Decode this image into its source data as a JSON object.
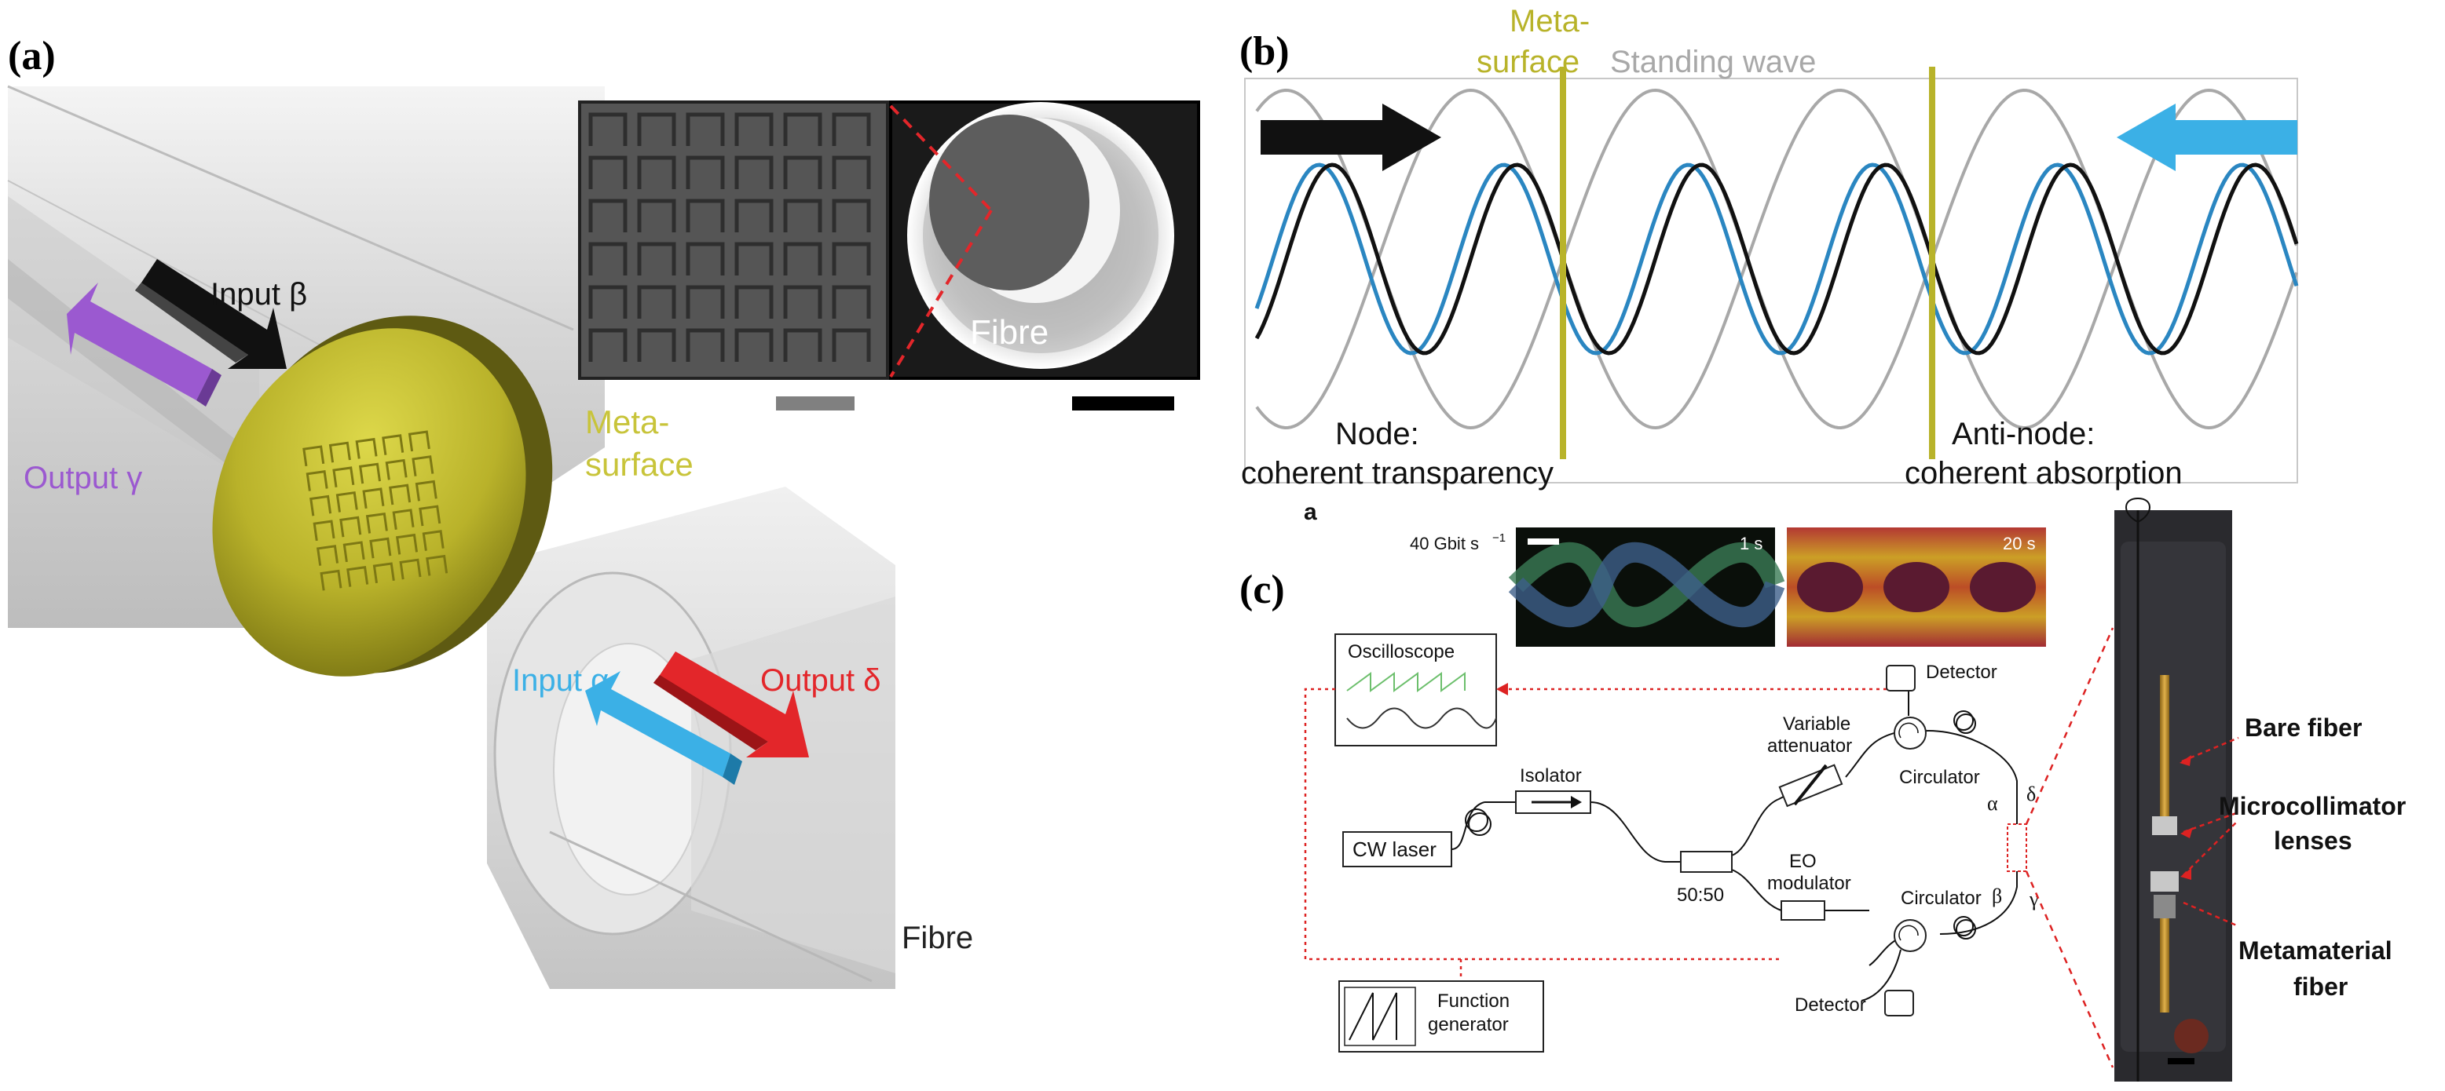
{
  "panel_a": {
    "label": "(a)",
    "input_beta": "Input β",
    "output_gamma": "Output γ",
    "input_alpha": "Input α",
    "output_delta": "Output δ",
    "fibre_bottom": "Fibre",
    "fibre_inset": "Fibre",
    "meta_line1": "Meta-",
    "meta_line2": "surface",
    "colors": {
      "purple": "#9b59d0",
      "cyan": "#3bb0e6",
      "red": "#e3262a",
      "gold": "#c9c237",
      "meta_text": "#c8c43a"
    }
  },
  "panel_b": {
    "label": "(b)",
    "meta_line1": "Meta-",
    "meta_line2": "surface",
    "standing_wave": "Standing wave",
    "node_line1": "Node:",
    "node_line2": "coherent transparency",
    "antinode_line1": "Anti-node:",
    "antinode_line2": "coherent absorption",
    "sub_a": "a",
    "colors": {
      "grey_wave": "#a8a8a8",
      "blue_wave": "#2a86c1",
      "black_wave": "#111111",
      "bar": "#b8b32a",
      "arrow_right": "#111111",
      "arrow_left": "#3bb0e6"
    }
  },
  "panel_c": {
    "label": "(c)",
    "rate": "40 Gbit s",
    "rate_exp": "−1",
    "time_1": "1 s",
    "time_2": "20 s",
    "oscilloscope": "Oscilloscope",
    "detector_top": "Detector",
    "detector_bottom": "Detector",
    "variable": "Variable",
    "attenuator": "attenuator",
    "circulator_top": "Circulator",
    "circulator_bottom": "Circulator",
    "isolator": "Isolator",
    "cw_laser": "CW laser",
    "splitter": "50:50",
    "eo": "EO",
    "modulator": "modulator",
    "function": "Function",
    "generator": "generator",
    "alpha": "α",
    "beta": "β",
    "gamma": "γ",
    "delta": "δ",
    "bare_fiber": "Bare fiber",
    "micro_line1": "Microcollimator",
    "micro_line2": "lenses",
    "meta_line1": "Metamaterial",
    "meta_line2": "fiber"
  }
}
